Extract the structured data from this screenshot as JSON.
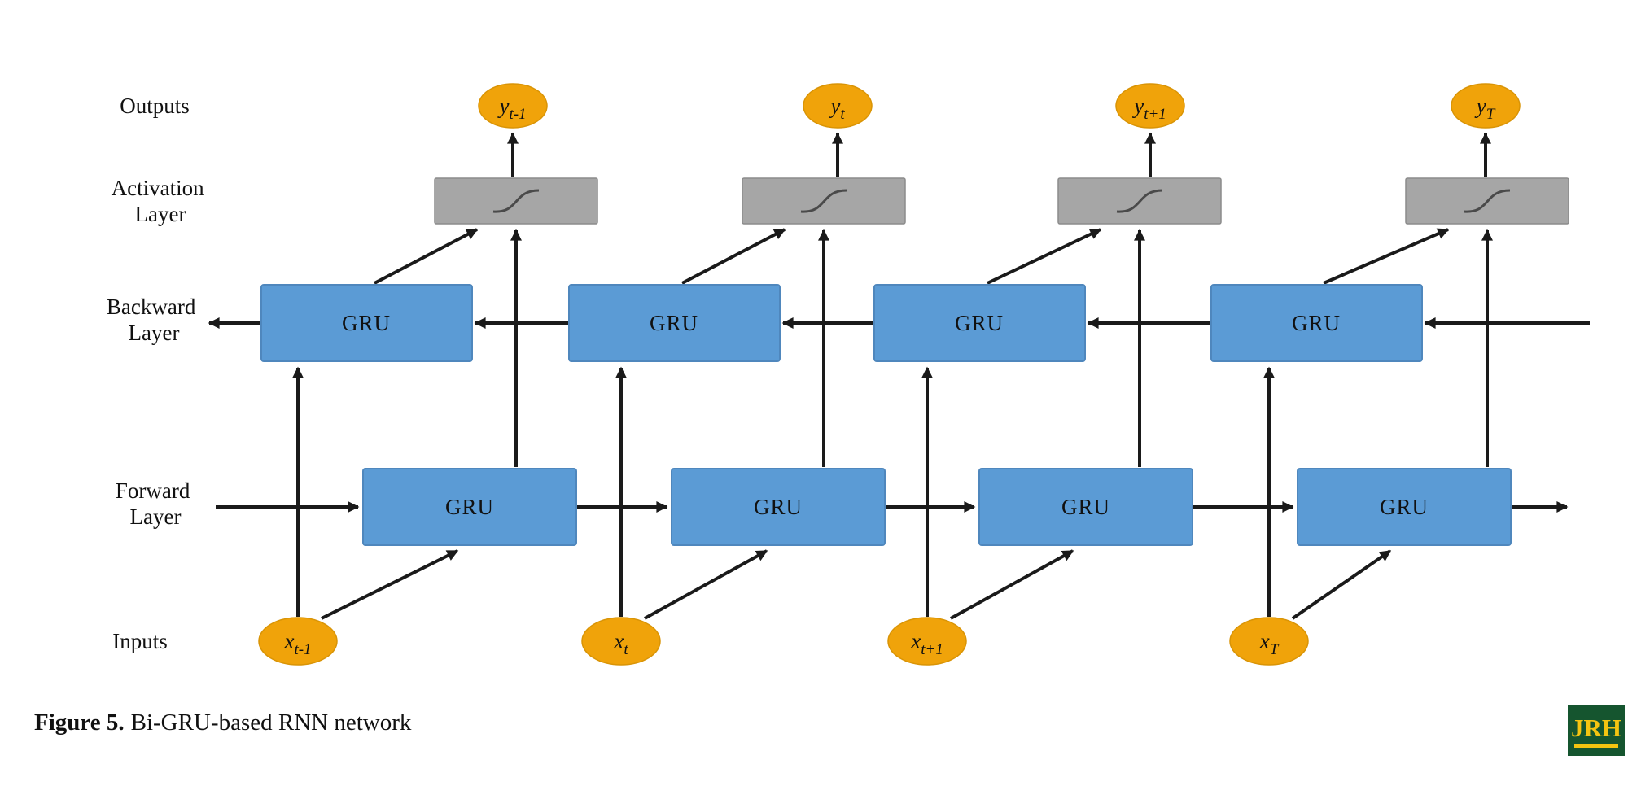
{
  "figure_caption": {
    "label": "Figure 5.",
    "text": "Bi-GRU-based RNN network"
  },
  "logo": {
    "text": "JRH"
  },
  "colors": {
    "gru_box": "#5B9BD5",
    "node": "#F0A30A",
    "activation_box": "#A6A6A6",
    "line": "#1A1A1A",
    "logo_bg": "#15552F",
    "logo_text": "#F4C411"
  },
  "row_labels": {
    "outputs": "Outputs",
    "activation": [
      "Activation",
      "Layer"
    ],
    "backward": [
      "Backward",
      "Layer"
    ],
    "forward": [
      "Forward",
      "Layer"
    ],
    "inputs": "Inputs"
  },
  "columns": [
    {
      "id": "t-1",
      "output": {
        "base": "y",
        "sub": "t-1"
      },
      "backward_gru": "GRU",
      "forward_gru": "GRU",
      "input": {
        "base": "x",
        "sub": "t-1"
      }
    },
    {
      "id": "t",
      "output": {
        "base": "y",
        "sub": "t"
      },
      "backward_gru": "GRU",
      "forward_gru": "GRU",
      "input": {
        "base": "x",
        "sub": "t"
      }
    },
    {
      "id": "t+1",
      "output": {
        "base": "y",
        "sub": "t+1"
      },
      "backward_gru": "GRU",
      "forward_gru": "GRU",
      "input": {
        "base": "x",
        "sub": "t+1"
      }
    },
    {
      "id": "T",
      "output": {
        "base": "y",
        "sub": "T"
      },
      "backward_gru": "GRU",
      "forward_gru": "GRU",
      "input": {
        "base": "x",
        "sub": "T"
      }
    }
  ]
}
